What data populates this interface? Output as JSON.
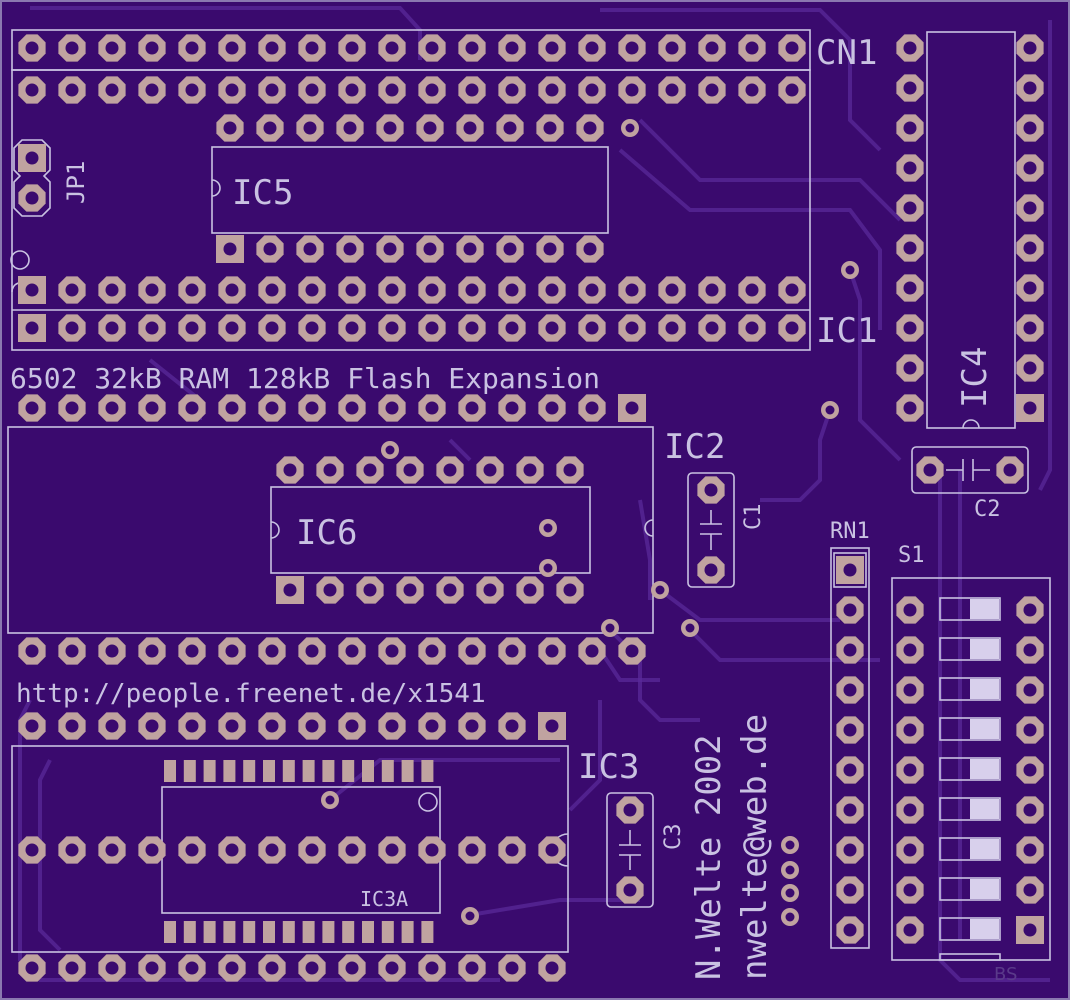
{
  "board": {
    "title": "6502 32kB RAM 128kB Flash Expansion",
    "url": "http://people.freenet.de/x1541",
    "author": "N.Welte 2002",
    "email": "nwelte@web.de",
    "corner_mark": "BS",
    "colors": {
      "board": "#3a0a6e",
      "trace": "#5a2a9a",
      "silkscreen": "#c9c2e2",
      "pad": "#c0a3a0",
      "switch_fill": "#d8d0ec"
    }
  },
  "components": {
    "cn1": "CN1",
    "ic1": "IC1",
    "ic2": "IC2",
    "ic3": "IC3",
    "ic3a": "IC3A",
    "ic4": "IC4",
    "ic5": "IC5",
    "ic6": "IC6",
    "jp1": "JP1",
    "c1": "C1",
    "c2": "C2",
    "c3": "C3",
    "rn1": "RN1",
    "s1": "S1"
  }
}
